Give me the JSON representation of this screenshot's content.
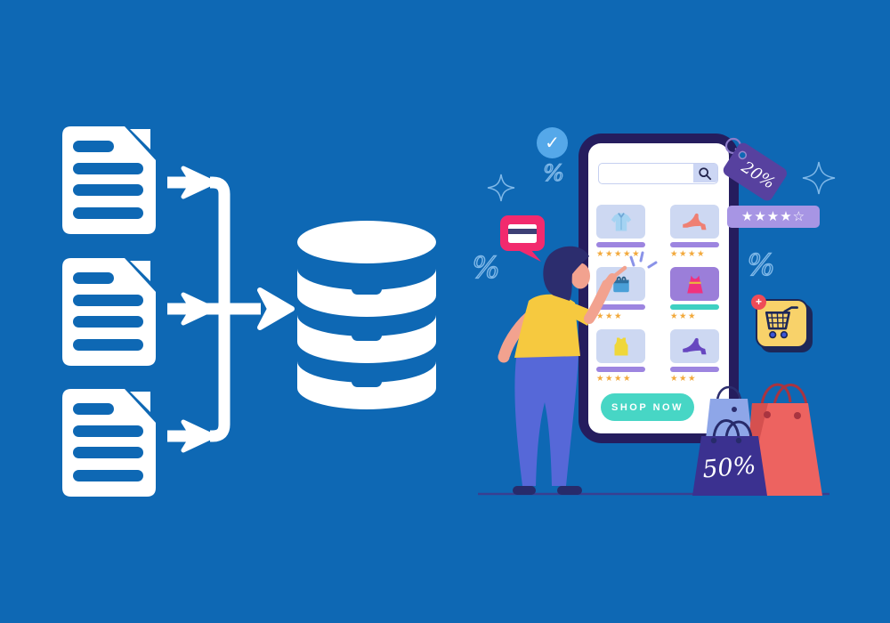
{
  "scene": {
    "background_color": "#0e68b4",
    "illustration_white": "#ffffff"
  },
  "data_flow_diagram": {
    "documents": [
      {
        "name": "document-1",
        "text_lines": 4
      },
      {
        "name": "document-2",
        "text_lines": 4
      },
      {
        "name": "document-3",
        "text_lines": 4
      }
    ],
    "database": {
      "disks": 3
    },
    "arrow_count": 3,
    "color": "#ffffff"
  },
  "phone": {
    "frame_color": "#251d5e",
    "search": {
      "value": "",
      "placeholder": ""
    },
    "products": [
      {
        "item": "shirt",
        "stars": 5,
        "card_color": "#cdd8f2",
        "bar_color": "#9d85e0"
      },
      {
        "item": "heel-red",
        "stars": 4,
        "card_color": "#cdd8f2",
        "bar_color": "#9d85e0"
      },
      {
        "item": "bag-blue",
        "stars": 3,
        "card_color": "#cdd8f2",
        "bar_color": "#9d85e0"
      },
      {
        "item": "dress",
        "stars": 3,
        "card_color": "#9b7ed9",
        "bar_color": "#3ed0c2"
      },
      {
        "item": "tank-top",
        "stars": 4,
        "card_color": "#cdd8f2",
        "bar_color": "#9d85e0"
      },
      {
        "item": "heel-purple",
        "stars": 3,
        "card_color": "#cdd8f2",
        "bar_color": "#9d85e0"
      }
    ],
    "star_color": "#f2a93c",
    "shop_now": {
      "label": "SHOP NOW",
      "color": "#47d6c5"
    }
  },
  "decorations": {
    "check_mark": "✓",
    "check_circle_color": "#55a8e9",
    "percent_symbol": "%",
    "outline_color": "#7fb8e8",
    "price_tag": {
      "label": "20%",
      "color": "#57419f"
    },
    "rating_widget": {
      "filled_stars": "★★★★",
      "empty_stars": "☆",
      "bg_color": "#a795e4"
    },
    "cart_tile": {
      "badge": "+",
      "bg_color": "#f8d26a",
      "border_color": "#1d2758"
    },
    "speech_bubble_color": "#f22a6e"
  },
  "bags": {
    "front_label": "50%",
    "front_color": "#3b3190",
    "back_left_color": "#8ea6e8",
    "back_right_color": "#ed6360"
  }
}
